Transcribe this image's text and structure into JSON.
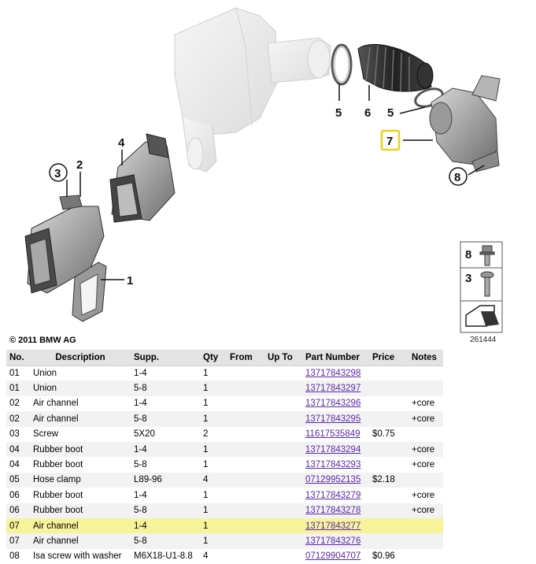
{
  "diagram": {
    "callouts": [
      {
        "id": "1",
        "label": "1"
      },
      {
        "id": "2",
        "label": "2"
      },
      {
        "id": "3",
        "label": "3"
      },
      {
        "id": "4",
        "label": "4"
      },
      {
        "id": "5a",
        "label": "5"
      },
      {
        "id": "6",
        "label": "6"
      },
      {
        "id": "5b",
        "label": "5"
      },
      {
        "id": "7",
        "label": "7"
      },
      {
        "id": "8",
        "label": "8"
      }
    ],
    "legend": {
      "item_top": "8",
      "item_bottom": "3",
      "diagram_number": "261444"
    }
  },
  "copyright": "© 2011 BMW AG",
  "table": {
    "headers": [
      "No.",
      "Description",
      "Supp.",
      "Qty",
      "From",
      "Up To",
      "Part Number",
      "Price",
      "Notes"
    ],
    "rows": [
      {
        "no": "01",
        "description": "Union",
        "supp": "1-4",
        "qty": "1",
        "from": "",
        "up_to": "",
        "part_number": "13717843298",
        "price": "",
        "notes": ""
      },
      {
        "no": "01",
        "description": "Union",
        "supp": "5-8",
        "qty": "1",
        "from": "",
        "up_to": "",
        "part_number": "13717843297",
        "price": "",
        "notes": ""
      },
      {
        "no": "02",
        "description": "Air channel",
        "supp": "1-4",
        "qty": "1",
        "from": "",
        "up_to": "",
        "part_number": "13717843296",
        "price": "",
        "notes": "+core"
      },
      {
        "no": "02",
        "description": "Air channel",
        "supp": "5-8",
        "qty": "1",
        "from": "",
        "up_to": "",
        "part_number": "13717843295",
        "price": "",
        "notes": "+core"
      },
      {
        "no": "03",
        "description": "Screw",
        "supp": "5X20",
        "qty": "2",
        "from": "",
        "up_to": "",
        "part_number": "11617535849",
        "price": "$0.75",
        "notes": ""
      },
      {
        "no": "04",
        "description": "Rubber boot",
        "supp": "1-4",
        "qty": "1",
        "from": "",
        "up_to": "",
        "part_number": "13717843294",
        "price": "",
        "notes": "+core"
      },
      {
        "no": "04",
        "description": "Rubber boot",
        "supp": "5-8",
        "qty": "1",
        "from": "",
        "up_to": "",
        "part_number": "13717843293",
        "price": "",
        "notes": "+core"
      },
      {
        "no": "05",
        "description": "Hose clamp",
        "supp": "L89-96",
        "qty": "4",
        "from": "",
        "up_to": "",
        "part_number": "07129952135",
        "price": "$2.18",
        "notes": ""
      },
      {
        "no": "06",
        "description": "Rubber boot",
        "supp": "1-4",
        "qty": "1",
        "from": "",
        "up_to": "",
        "part_number": "13717843279",
        "price": "",
        "notes": "+core"
      },
      {
        "no": "06",
        "description": "Rubber boot",
        "supp": "5-8",
        "qty": "1",
        "from": "",
        "up_to": "",
        "part_number": "13717843278",
        "price": "",
        "notes": "+core"
      },
      {
        "no": "07",
        "description": "Air channel",
        "supp": "1-4",
        "qty": "1",
        "from": "",
        "up_to": "",
        "part_number": "13717843277",
        "price": "",
        "notes": "",
        "highlighted": true
      },
      {
        "no": "07",
        "description": "Air channel",
        "supp": "5-8",
        "qty": "1",
        "from": "",
        "up_to": "",
        "part_number": "13717843276",
        "price": "",
        "notes": ""
      },
      {
        "no": "08",
        "description": "Isa screw with washer",
        "supp": "M6X18-U1-8.8",
        "qty": "4",
        "from": "",
        "up_to": "",
        "part_number": "07129904707",
        "price": "$0.96",
        "notes": ""
      }
    ]
  },
  "colors": {
    "link": "#5a2aa8",
    "highlight_row": "#f7f39a",
    "highlight_box": "#e8d21a",
    "header_bg": "#e3e3e3",
    "alt_row_bg": "#f2f2f2"
  }
}
